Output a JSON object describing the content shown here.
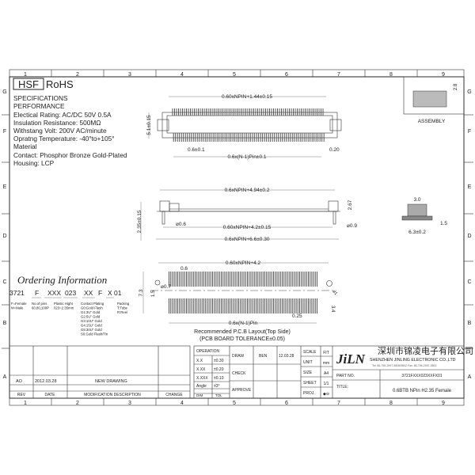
{
  "frame": {
    "columns": [
      "1",
      "2",
      "3",
      "4",
      "5",
      "6",
      "7",
      "8",
      "9"
    ],
    "rows": [
      "G",
      "F",
      "E",
      "D",
      "C",
      "B",
      "A"
    ]
  },
  "specs": {
    "hsf": "HSF",
    "rohs": "RoHS",
    "lines": [
      "SPECIFICATIONS",
      "PERFORMANCE",
      "Electical Rating: AC/DC  50V  0.5A",
      "Insulation  Resistance:     500MΩ",
      "Withstang  Volt: 200V  AC/minute",
      "Opratng  Temperature: -40°to+105°",
      "Material",
      "Contact: Phosphor  Bronze  Gold-Plated",
      "Housing: LCP"
    ]
  },
  "ordering": {
    "title": "Ordering Information",
    "code": [
      "3721",
      "F",
      "XXX",
      "023",
      "XX",
      "F",
      "X",
      "01"
    ],
    "notes": {
      "gender": [
        "F=Female",
        "M=Male"
      ],
      "pins": [
        "No.of  pins",
        "60,80,100P"
      ],
      "height": [
        "Plastic  Hight",
        "023=2.35mm"
      ],
      "plating": [
        "Contact  Plating",
        "G0:Gold  Flash",
        "G1:3U\"  Gold",
        "G2:5U\"  Gold",
        "G3:10U\"  Gold",
        "G4:15U\"  Gold",
        "G5:30U\"  Gold",
        "S0:Gold  Flash/Tin"
      ],
      "packing": [
        "Packing",
        "T:Tube",
        "R:Reel"
      ]
    }
  },
  "top_view": {
    "width": "0.60xNPIN+1.44±0.15",
    "height": "5.1±0.15",
    "pitch": "0.6±0.1",
    "pin_w": "0.20",
    "span": "0.6x(N-1)Pin±0.1"
  },
  "side_view": {
    "top": "0.6xNPIN+4.94±0.2",
    "post": "⌀0.6",
    "peg": "⌀0.9",
    "mid": "0.60xNPIN+4.2±0.15",
    "total": "0.6xNPIN+6.6±0.30",
    "height": "2.35±0.15",
    "h2": "2.67"
  },
  "pcb": {
    "width": "0.60xNPIN+4.2",
    "pitch": "0.6",
    "hole": "⌀0.7",
    "hole2": "⌀1",
    "h": "7.3",
    "h2": "1.5",
    "pad_w": "0.25",
    "pad_h": "3.4",
    "span": "0.6x(N-1)Pin",
    "caption1": "Recommended  P.C.B  Layout(Top  Side)",
    "caption2": "(PCB  BOARD  TOLERANCE±0.05)"
  },
  "assembly": {
    "label": "ASSEMBLY",
    "h": "2.8"
  },
  "end_view": {
    "w1": "3.0",
    "h": "1.5",
    "w2": "6.3±0.2"
  },
  "revision": {
    "rev": "AO",
    "date": "2012.03.28",
    "desc": "NEW DRAWING",
    "change": "",
    "headers": [
      "REV",
      "DATE",
      "MODIFICATION  DESCRIPTION",
      "CHANGE"
    ]
  },
  "tolerance": {
    "header": "OPERATION",
    "rows": [
      [
        "X.X",
        "±0.30"
      ],
      [
        "X.XX",
        "±0.20"
      ],
      [
        "X.XXX",
        "±0.10"
      ],
      [
        "Angle",
        "±3°"
      ]
    ],
    "footer": [
      "DIM",
      "TOL"
    ]
  },
  "approval": {
    "draw": "DRAW",
    "drawer": "BEN",
    "draw_date": "12.03.28",
    "check": "CHECK",
    "approve": "APPROVE"
  },
  "sheet": {
    "scale_l": "SCALE",
    "scale": "FIT",
    "unit_l": "UNIT",
    "unit": "mm",
    "size_l": "SIZE",
    "size": "A4",
    "sheet_l": "SHEET",
    "sheet": "1/1",
    "proj_l": "PROJ.",
    "proj": "◆⊖"
  },
  "company": {
    "logo": "JiLN",
    "cn": "深圳市锦凌电子有限公司",
    "en": "SHENZHEN JINLING ELECTRONIC CO.,LTD",
    "contact": "Tel: 86-755-2997-5806/5802   Fax: 86-755-2997-5802"
  },
  "part": {
    "label": "PART NO.",
    "value": "3721FXXX023XXFX01",
    "title_l": "TITLE:",
    "title": "0.6BTB   NPin  H2.35  Female"
  }
}
